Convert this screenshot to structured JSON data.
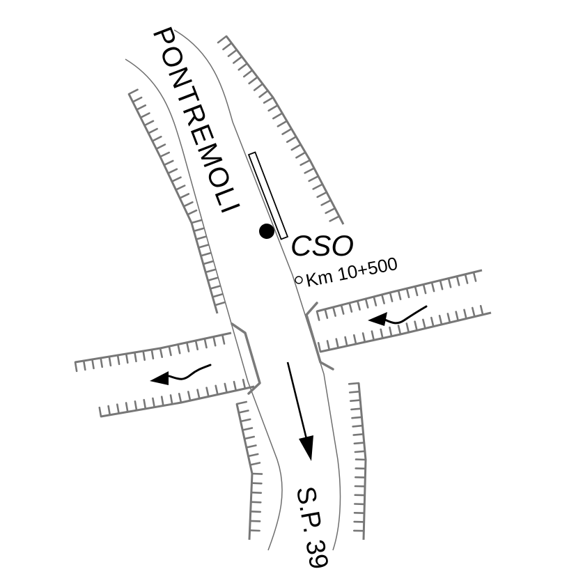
{
  "map": {
    "road_from_label": "PONTREMOLI",
    "road_to_label": "S.P. 39",
    "station_label": "CSO",
    "chainage_label": "Km 10+500",
    "direction_of_travel": "south",
    "stream_flow_direction": "west",
    "features": [
      "road",
      "bridge-over-watercourse",
      "embankment-slopes",
      "monitoring-station",
      "chainage-marker",
      "traffic-direction-arrow",
      "stream-flow-arrows"
    ],
    "colors": {
      "background": "#ffffff",
      "road_outline": "#6e6e6e",
      "embankment": "#777777",
      "symbols": "#000000"
    }
  }
}
